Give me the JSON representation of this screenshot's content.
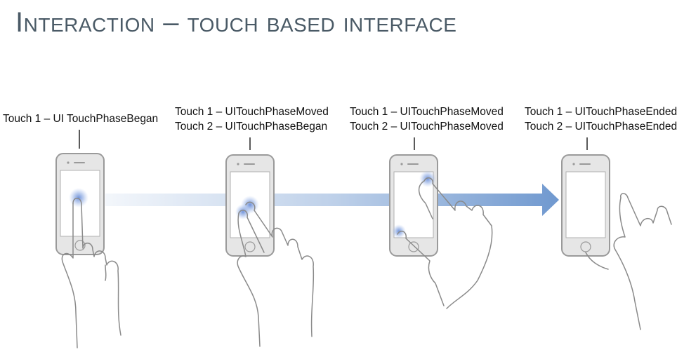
{
  "slide": {
    "title": "Interaction – touch based interface"
  },
  "stages": [
    {
      "lines": [
        "Touch 1 – UI TouchPhaseBegan"
      ]
    },
    {
      "lines": [
        "Touch 1 – UITouchPhaseMoved",
        "Touch 2 – UITouchPhaseBegan"
      ]
    },
    {
      "lines": [
        "Touch 1 – UITouchPhaseMoved",
        "Touch 2 – UITouchPhaseMoved"
      ]
    },
    {
      "lines": [
        "Touch 1 – UITouchPhaseEnded",
        "Touch 2 – UITouchPhaseEnded"
      ]
    }
  ],
  "colors": {
    "title": "#4a5a66",
    "arrow": "#6f98cf",
    "phone_stroke": "#9a9a9a",
    "phone_body": "#e6e6e6",
    "touch_glow": "#5f86d6"
  }
}
